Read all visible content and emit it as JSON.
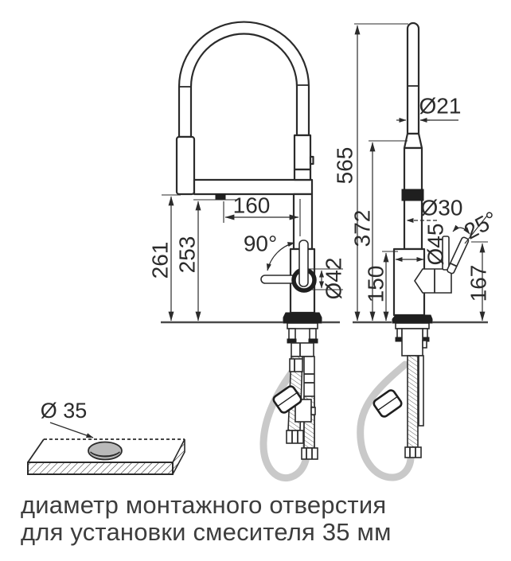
{
  "drawing": {
    "stroke_color": "#2b2b2b",
    "hose_color": "#c9c9c9",
    "hole_fill": "#b9b9b9"
  },
  "front_view": {
    "dims": {
      "spout_reach": "160",
      "handle_swivel_angle": "90°",
      "cartridge_diameter": "Ø42",
      "height_to_spout": "261",
      "height_to_aerator": "253"
    }
  },
  "side_view": {
    "dims": {
      "total_height": "565",
      "spout_column_height": "372",
      "body_height": "150",
      "handle_top_height": "167",
      "spout_tube_diameter": "Ø21",
      "column_diameter": "Ø30",
      "body_diameter": "Ø45",
      "handle_tilt_angle": "25°"
    }
  },
  "mounting_detail": {
    "hole_diameter_label": "Ø 35"
  },
  "caption": {
    "line1": "диаметр монтажного отверстия",
    "line2": "для установки смесителя 35 мм"
  }
}
